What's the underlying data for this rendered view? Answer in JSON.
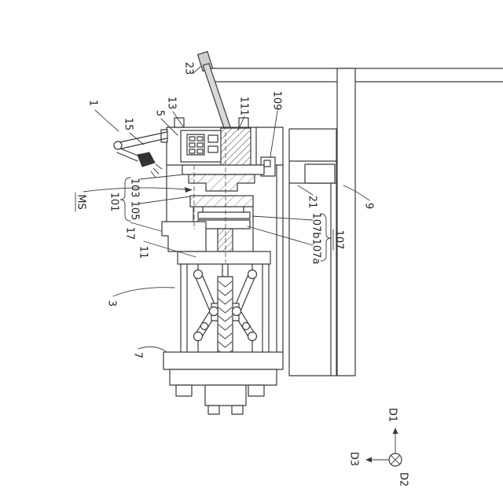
{
  "colors": {
    "background": "#ffffff",
    "line": "#3a3a3a",
    "label_text": "#222222",
    "rod_fill": "#d9d9d9",
    "rod_cap_fill": "#cfcfcf",
    "nozzle_fill": "#333333"
  },
  "labels": {
    "ref_1": "1",
    "ref_3": "3",
    "ref_5": "5",
    "ref_7": "7",
    "ref_9": "9",
    "ref_11": "11",
    "ref_13": "13",
    "ref_15": "15",
    "ref_17": "17",
    "ref_21": "21",
    "ref_23": "23",
    "ref_101": "101",
    "ref_103": "103",
    "ref_105": "105",
    "ref_107": "107",
    "ref_107a": "107a",
    "ref_107b": "107b",
    "ref_109": "109",
    "ref_111": "111",
    "ms": "MS"
  },
  "axes": {
    "d1": "D1",
    "d2": "D2",
    "d3": "D3"
  }
}
